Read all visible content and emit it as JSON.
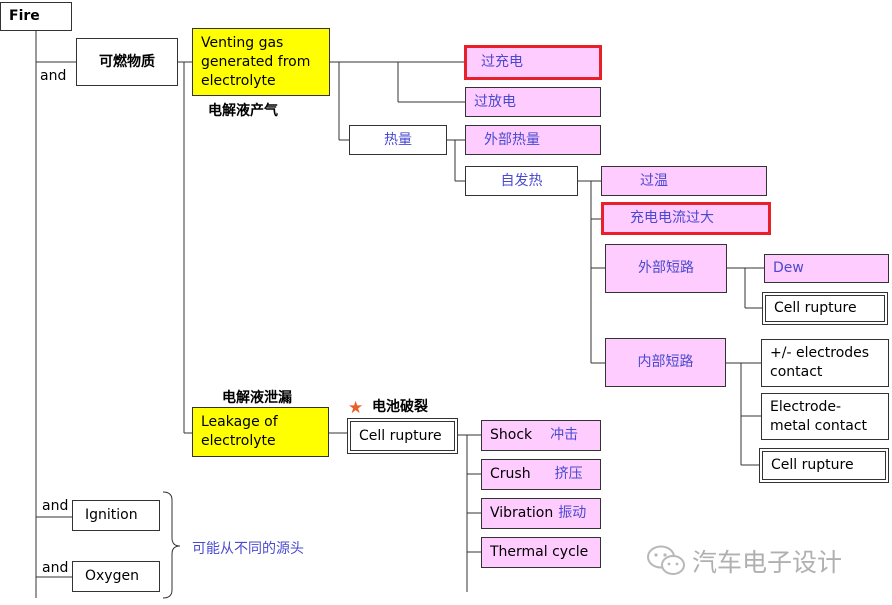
{
  "root": "Fire",
  "and_label": "and",
  "combustible": "可燃物质",
  "venting_gas": "Venting gas generated from electrolyte",
  "venting_gas_cn": "电解液产气",
  "overcharge": "过充电",
  "overdischarge": "过放电",
  "heat": "热量",
  "external_heat": "外部热量",
  "self_heating": "自发热",
  "overtemp": "过温",
  "charge_overcurrent": "充电电流过大",
  "external_short": "外部短路",
  "dew": "Dew",
  "cell_rupture": "Cell rupture",
  "internal_short": "内部短路",
  "pm_electrodes": "+/- electrodes contact",
  "electrode_metal": "Electrode-metal contact",
  "leakage_cn": "电解液泄漏",
  "leakage": "Leakage of electrolyte",
  "battery_rupture_cn": "电池破裂",
  "star": "★",
  "shock": "Shock",
  "shock_cn": "冲击",
  "crush": "Crush",
  "crush_cn": "挤压",
  "vibration": "Vibration",
  "vibration_cn": "振动",
  "thermal_cycle": "Thermal cycle",
  "ignition": "Ignition",
  "oxygen": "Oxygen",
  "sources_note": "可能从不同的源头",
  "watermark": "汽车电子设计",
  "watermark_icon": "wechat-icon",
  "colors": {
    "yellow": "#ffff00",
    "pink": "#ffccff",
    "red_border": "#e8202a",
    "blue_text": "#4a4ad0"
  }
}
